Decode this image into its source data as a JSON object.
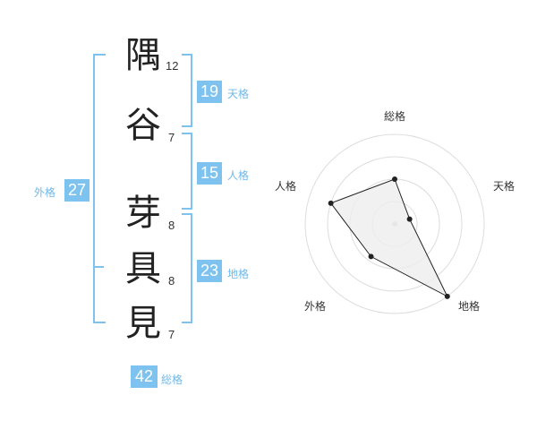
{
  "characters": [
    {
      "char": "隅",
      "strokes": "12"
    },
    {
      "char": "谷",
      "strokes": "7"
    },
    {
      "char": "芽",
      "strokes": "8"
    },
    {
      "char": "具",
      "strokes": "8"
    },
    {
      "char": "見",
      "strokes": "7"
    }
  ],
  "fortunes": {
    "tenkaku": {
      "value": "19",
      "label": "天格"
    },
    "jinkaku": {
      "value": "15",
      "label": "人格"
    },
    "chikaku": {
      "value": "23",
      "label": "地格"
    },
    "gaikaku": {
      "value": "27",
      "label": "外格"
    },
    "soukaku": {
      "value": "42",
      "label": "総格"
    }
  },
  "radar": {
    "axes": [
      "総格",
      "天格",
      "地格",
      "外格",
      "人格"
    ],
    "levels": 4,
    "max": 4,
    "values": [
      2,
      0.7,
      4,
      1.8,
      3
    ],
    "colors": {
      "fill": "#eeeeee",
      "stroke": "#222222",
      "grid": "#dddddd",
      "accent": "#7ec3ef"
    }
  }
}
